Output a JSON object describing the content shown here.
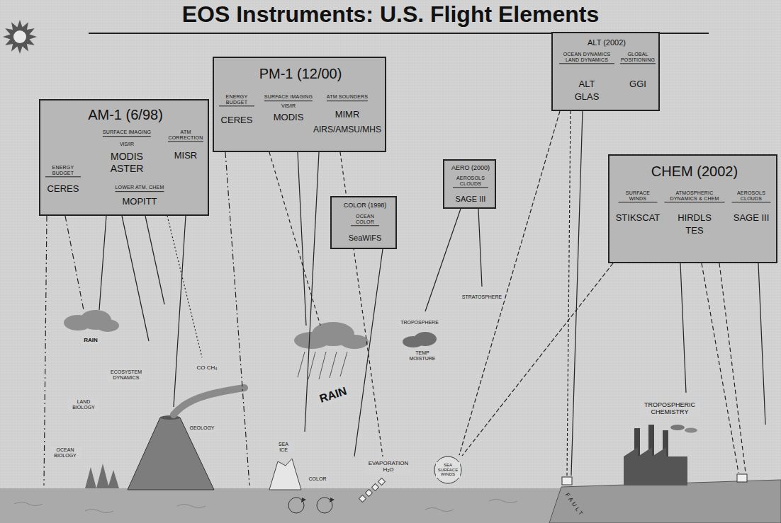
{
  "diagram": {
    "title": "EOS Instruments: U.S. Flight Elements",
    "nodes": [
      {
        "text": [
          "AM-1 (6/98)",
          "SURFACE IMAGING",
          "VIS/IR",
          "MODIS",
          "ASTER",
          "ATM CORRECTION",
          "MISR",
          "ENERGY BUDGET",
          "CERES",
          "LOWER ATM. CHEM",
          "MOPITT"
        ]
      },
      {
        "text": [
          "PM-1 (12/00)",
          "ENERGY BUDGET",
          "CERES",
          "SURFACE IMAGING",
          "VIS/IR",
          "MODIS",
          "ATM SOUNDERS",
          "MIMR",
          "AIRS/AMSU/MHS"
        ]
      },
      {
        "text": [
          "COLOR (1998)",
          "OCEAN COLOR",
          "SeaWiFS"
        ]
      },
      {
        "text": [
          "AERO (2000)",
          "AEROSOLS CLOUDS",
          "SAGE III"
        ]
      },
      {
        "text": [
          "ALT (2002)",
          "OCEAN DYNAMICS LAND DYNAMICS",
          "GLOBAL POSITIONING",
          "ALT",
          "GLAS",
          "GGI"
        ]
      },
      {
        "text": [
          "CHEM (2002)",
          "SURFACE WINDS",
          "STIKSCAT",
          "ATMOSPHERIC DYNAMICS & CHEM",
          "HIRDLS",
          "TES",
          "AEROSOLS CLOUDS",
          "SAGE III"
        ]
      }
    ],
    "labels": [
      "RAIN",
      "ECOSYSTEM DYNAMICS",
      "LAND BIOLOGY",
      "OCEAN BIOLOGY",
      "CO CH₄",
      "GEOLOGY",
      "RAIN",
      "SEA ICE",
      "COLOR",
      "EVAPORATION H₂O",
      "TROPOSPHERE",
      "TEMP MOISTURE",
      "STRATOSPHERE",
      "SEA SURFACE WINDS",
      "TROPOSPHERIC CHEMISTRY",
      "FAULT"
    ]
  }
}
